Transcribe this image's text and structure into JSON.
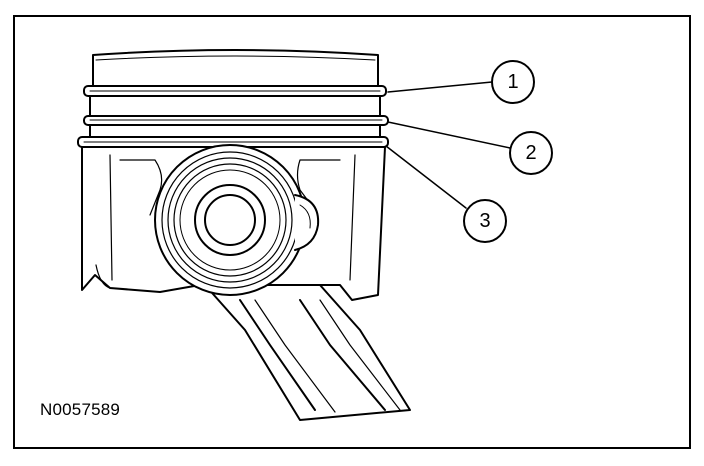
{
  "figure": {
    "id": "N0057589",
    "callouts": [
      {
        "label": "1"
      },
      {
        "label": "2"
      },
      {
        "label": "3"
      }
    ]
  }
}
